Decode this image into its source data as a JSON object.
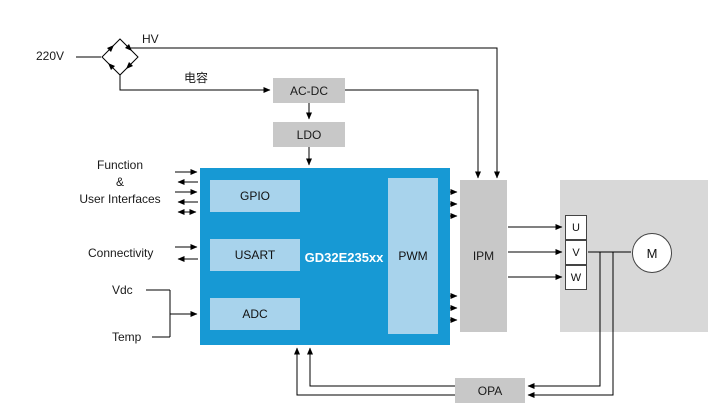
{
  "labels": {
    "supply": "220V",
    "hv": "HV",
    "capacitor": "电容",
    "function": "Function",
    "amp": "&",
    "user_interfaces": "User Interfaces",
    "connectivity": "Connectivity",
    "vdc": "Vdc",
    "temp": "Temp"
  },
  "blocks": {
    "acdc": "AC-DC",
    "ldo": "LDO",
    "mcu": "GD32E235xx",
    "gpio": "GPIO",
    "usart": "USART",
    "adc": "ADC",
    "pwm": "PWM",
    "ipm": "IPM",
    "opa": "OPA",
    "phase_u": "U",
    "phase_v": "V",
    "phase_w": "W",
    "motor": "M"
  },
  "colors": {
    "mcu_fill": "#1799d4",
    "module_fill": "#a8d3ec",
    "gray_fill": "#c8c8c8",
    "motor_area_fill": "#d8d8d8",
    "line": "#000000"
  }
}
